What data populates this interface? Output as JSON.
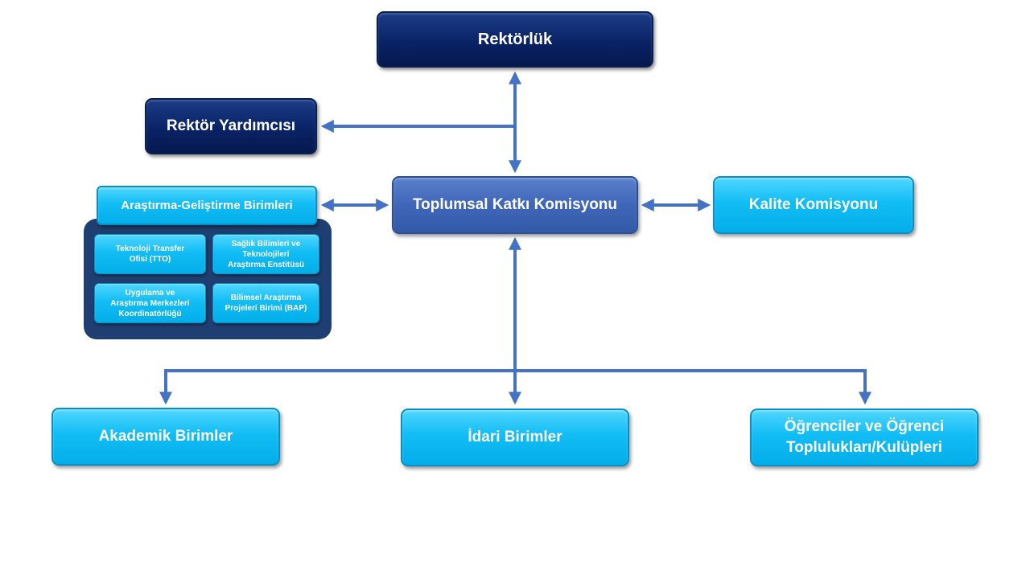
{
  "nodes": {
    "rektorluk": "Rektörlük",
    "rektor_yardimcisi": "Rektör Yardımcısı",
    "toplumsal_katki": "Toplumsal Katkı Komisyonu",
    "kalite": "Kalite Komisyonu",
    "arge": "Araştırma-Geliştirme Birimleri",
    "akademik": "Akademik Birimler",
    "idari": "İdari Birimler",
    "ogrenciler_line1": "Öğrenciler ve Öğrenci",
    "ogrenciler_line2": "Toplulukları/Kulüpleri"
  },
  "arge_units": {
    "tto_line1": "Teknoloji Transfer",
    "tto_line2": "Ofisi (TTO)",
    "saglik_line1": "Sağlık Bilimleri ve",
    "saglik_line2": "Teknolojileri",
    "saglik_line3": "Araştırma Enstitüsü",
    "uygulama_line1": "Uygulama ve",
    "uygulama_line2": "Araştırma Merkezleri",
    "uygulama_line3": "Koordinatörlüğü",
    "bap_line1": "Bilimsel Araştırma",
    "bap_line2": "Projeleri Birimi (BAP)"
  },
  "colors": {
    "connector": "#4472c4",
    "dark_box": "#0a2366",
    "mid_box": "#3f66b8",
    "cyan_box": "#12bdf5",
    "panel": "#1f3f72"
  }
}
